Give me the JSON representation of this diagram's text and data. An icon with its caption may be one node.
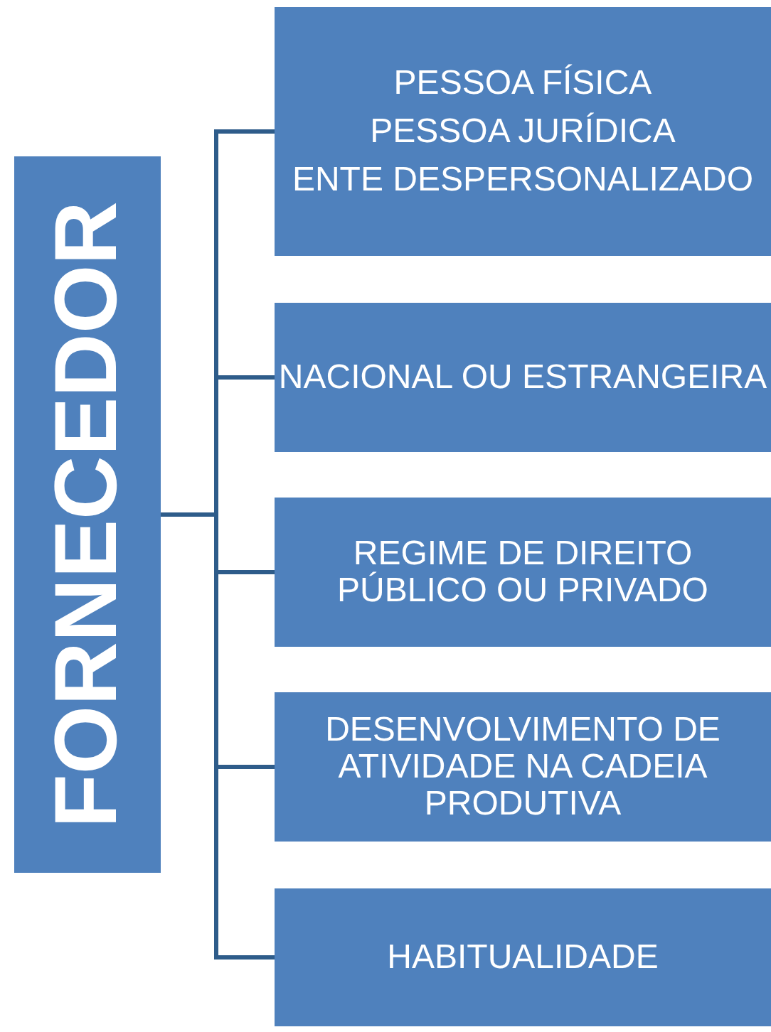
{
  "diagram": {
    "nodes": [
      {
        "text": [
          "FORNECEDOR"
        ]
      },
      {
        "text": [
          "PESSOA FÍSICA",
          "PESSOA JURÍDICA",
          "ENTE DESPERSONALIZADO"
        ]
      },
      {
        "text": [
          "NACIONAL OU ESTRANGEIRA"
        ]
      },
      {
        "text": [
          "REGIME DE DIREITO PÚBLICO OU PRIVADO"
        ]
      },
      {
        "text": [
          "DESENVOLVIMENTO DE ATIVIDADE NA CADEIA PRODUTIVA"
        ]
      },
      {
        "text": [
          "HABITUALIDADE"
        ]
      }
    ],
    "edges": [
      {
        "from": 0,
        "to": 1,
        "arrow": "none"
      },
      {
        "from": 0,
        "to": 2,
        "arrow": "none"
      },
      {
        "from": 0,
        "to": 3,
        "arrow": "none"
      },
      {
        "from": 0,
        "to": 4,
        "arrow": "none"
      },
      {
        "from": 0,
        "to": 5,
        "arrow": "none"
      }
    ]
  }
}
